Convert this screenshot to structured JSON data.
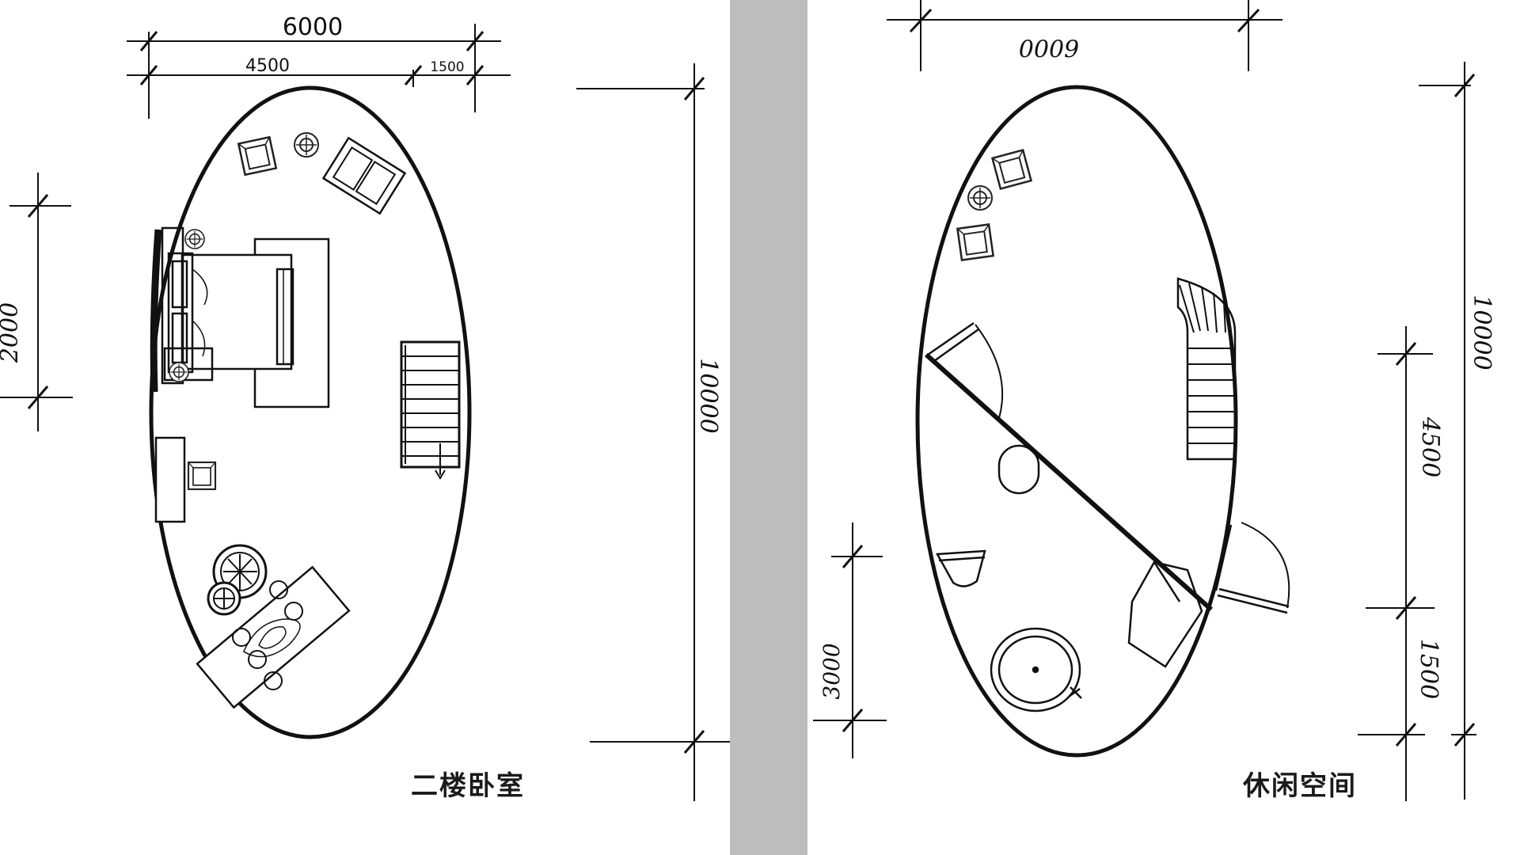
{
  "left_plan": {
    "label": "二楼卧室",
    "dims": {
      "total_width": "6000",
      "sub_width_a": "4500",
      "sub_width_b": "1500",
      "left_height": "2000",
      "total_height": "10000"
    }
  },
  "right_plan": {
    "label": "休闲空间",
    "dims": {
      "total_width": "6000",
      "total_height": "10000",
      "seg_upper": "4500",
      "seg_lower": "1500",
      "left_height": "3000"
    }
  },
  "colors": {
    "divider": "#bdbdbd",
    "line": "#111111"
  }
}
